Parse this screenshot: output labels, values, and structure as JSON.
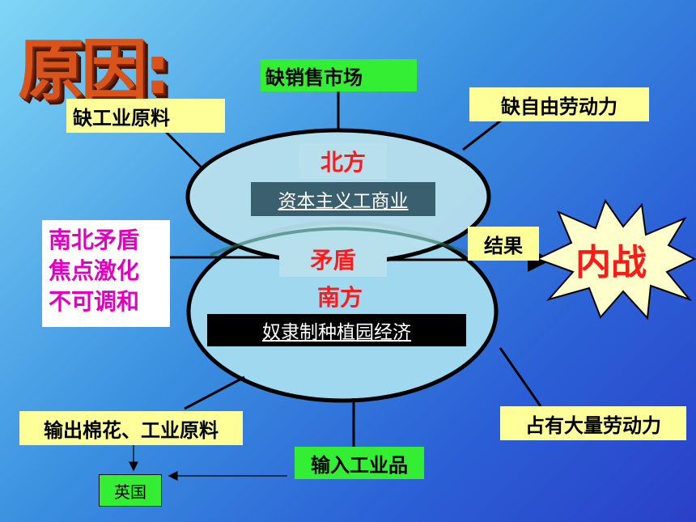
{
  "title": "原因:",
  "factors": {
    "no_market": "缺销售市场",
    "no_raw_material": "缺工业原料",
    "no_free_labor": "缺自由劳动力",
    "has_labor": "占有大量劳动力",
    "export": "输出棉花、工业原料",
    "import": "输入工业品",
    "england": "英国"
  },
  "north": {
    "label": "北方",
    "economy": "资本主义工商业"
  },
  "south": {
    "label": "南方",
    "economy": "奴隶制种植园经济"
  },
  "conflict": {
    "label": "矛盾",
    "lines": [
      "南北矛盾",
      "焦点激化",
      "不可调和"
    ]
  },
  "result": {
    "label": "结果",
    "outcome": "内战"
  },
  "colors": {
    "background": "#3a8fe0",
    "yellow_box": "#ffff99",
    "green_box": "#33ee33",
    "red_text": "#ff1a1a",
    "magenta_text": "#e000c0"
  }
}
